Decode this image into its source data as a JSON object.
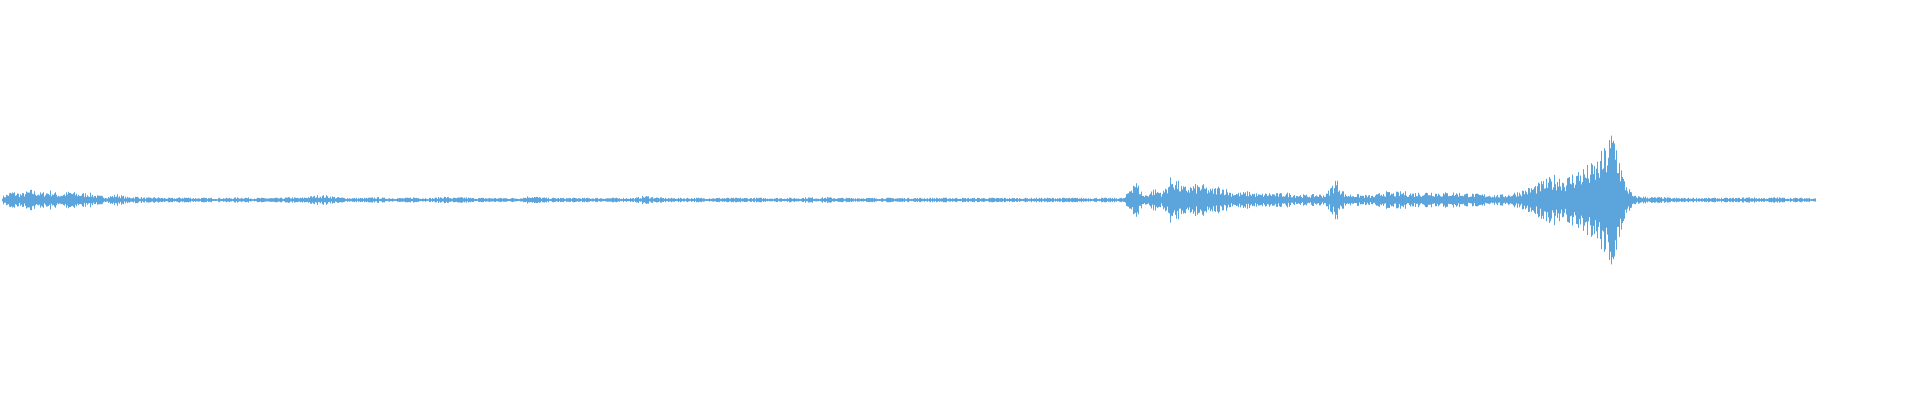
{
  "waveform": {
    "color": "#5ba4dc",
    "amplitude_envelope": [
      0.05,
      0.12,
      0.09,
      0.14,
      0.1,
      0.13,
      0.08,
      0.12,
      0.09,
      0.1,
      0.06,
      0.05,
      0.08,
      0.04,
      0.05,
      0.03,
      0.04,
      0.03,
      0.03,
      0.04,
      0.03,
      0.03,
      0.03,
      0.03,
      0.03,
      0.04,
      0.03,
      0.03,
      0.03,
      0.03,
      0.04,
      0.03,
      0.05,
      0.07,
      0.06,
      0.04,
      0.03,
      0.03,
      0.03,
      0.04,
      0.03,
      0.03,
      0.03,
      0.04,
      0.03,
      0.03,
      0.05,
      0.03,
      0.04,
      0.03,
      0.03,
      0.03,
      0.03,
      0.03,
      0.03,
      0.06,
      0.04,
      0.03,
      0.03,
      0.03,
      0.03,
      0.03,
      0.03,
      0.03,
      0.03,
      0.03,
      0.03,
      0.06,
      0.04,
      0.03,
      0.03,
      0.03,
      0.03,
      0.03,
      0.03,
      0.03,
      0.03,
      0.03,
      0.03,
      0.03,
      0.03,
      0.03,
      0.03,
      0.03,
      0.04,
      0.03,
      0.04,
      0.03,
      0.03,
      0.03,
      0.03,
      0.03,
      0.03,
      0.03,
      0.03,
      0.03,
      0.03,
      0.03,
      0.03,
      0.03,
      0.03,
      0.03,
      0.03,
      0.03,
      0.03,
      0.03,
      0.03,
      0.03,
      0.03,
      0.03,
      0.03,
      0.03,
      0.03,
      0.03,
      0.03,
      0.03,
      0.03,
      0.03,
      0.3,
      0.06,
      0.15,
      0.12,
      0.35,
      0.18,
      0.2,
      0.22,
      0.15,
      0.2,
      0.12,
      0.1,
      0.12,
      0.08,
      0.1,
      0.09,
      0.1,
      0.08,
      0.07,
      0.08,
      0.08,
      0.3,
      0.08,
      0.08,
      0.07,
      0.06,
      0.12,
      0.1,
      0.12,
      0.1,
      0.11,
      0.12,
      0.1,
      0.11,
      0.1,
      0.09,
      0.08,
      0.08,
      0.07,
      0.08,
      0.12,
      0.16,
      0.22,
      0.28,
      0.35,
      0.3,
      0.4,
      0.45,
      0.5,
      0.7,
      1.0,
      0.3,
      0.06,
      0.05,
      0.04,
      0.04,
      0.03,
      0.03,
      0.03,
      0.03,
      0.03,
      0.03,
      0.03,
      0.03,
      0.04,
      0.03,
      0.03,
      0.04,
      0.03,
      0.03,
      0.03,
      0.03
    ]
  }
}
